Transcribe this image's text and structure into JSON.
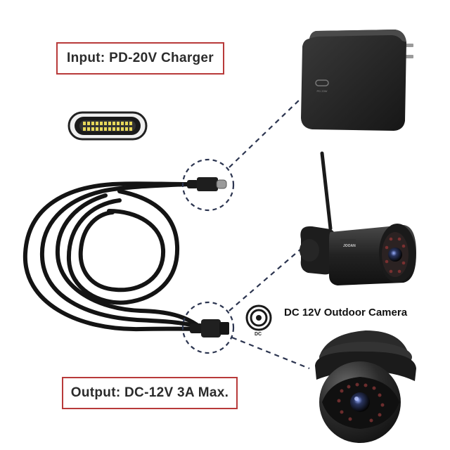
{
  "labels": {
    "input": "Input: PD-20V Charger",
    "output": "Output: DC-12V 3A Max.",
    "camera": "DC 12V Outdoor Camera",
    "dc_port": "DC"
  },
  "colors": {
    "label_border": "#b83a3a",
    "cable": "#141414",
    "device": "#232323",
    "dash": "#2c3550",
    "connector_led": "#e8d85a"
  },
  "icons": [
    "usb-c-charger-icon",
    "usb-c-port-icon",
    "coiled-cable-icon",
    "usb-c-plug-icon",
    "dc-barrel-plug-icon",
    "bullet-camera-icon",
    "dome-camera-icon",
    "dc-jack-icon"
  ]
}
